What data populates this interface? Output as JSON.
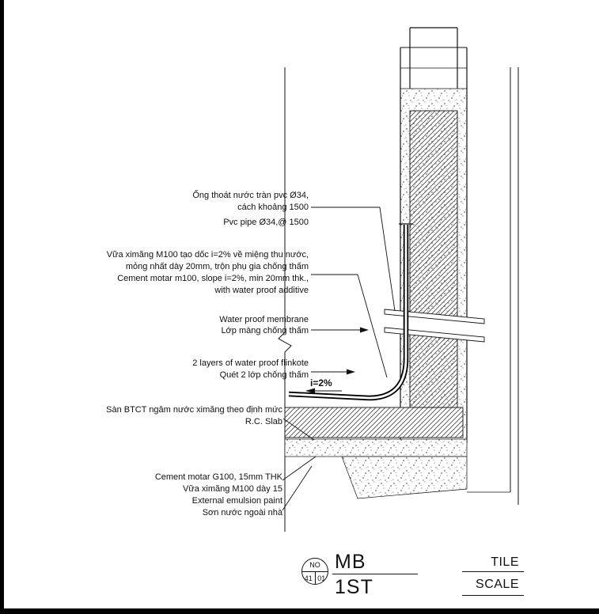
{
  "annotations": {
    "pvc": {
      "lines": [
        "Ống thoát nước tràn pvc Ø34,",
        "cách khoảng 1500",
        "Pvc pipe Ø34,@ 1500"
      ]
    },
    "mortar_slope": {
      "lines": [
        "Vữa ximăng M100 tạo dốc i=2% về miệng thu nước,",
        "mỏng nhất dày 20mm, trộn phụ gia chống thấm",
        "Cement motar m100, slope i=2%, min 20mm thk.,",
        "with water proof additive"
      ]
    },
    "membrane": {
      "lines": [
        "Water proof membrane",
        "Lớp màng chống thấm"
      ]
    },
    "flinkote": {
      "lines": [
        "2 layers of water proof flinkote",
        "Quét 2 lớp chống thấm"
      ]
    },
    "slab": {
      "lines": [
        "Sàn BTCT ngâm nước ximăng theo định mức",
        "R.C. Slab"
      ]
    },
    "finish": {
      "lines": [
        "Cement motar G100, 15mm THK",
        "Vữa ximăng M100 dày 15",
        "External emulsion paint",
        "Sơn nước ngoài nhà"
      ]
    },
    "slope_label": "i=2%"
  },
  "titleblock": {
    "no_label": "NO",
    "sheet_left": "41",
    "sheet_right": "01",
    "code": "MB",
    "floor": "1ST",
    "title_label": "TILE",
    "scale_label": "SCALE"
  },
  "colors": {
    "ink": "#111111",
    "paper": "#ffffff"
  }
}
